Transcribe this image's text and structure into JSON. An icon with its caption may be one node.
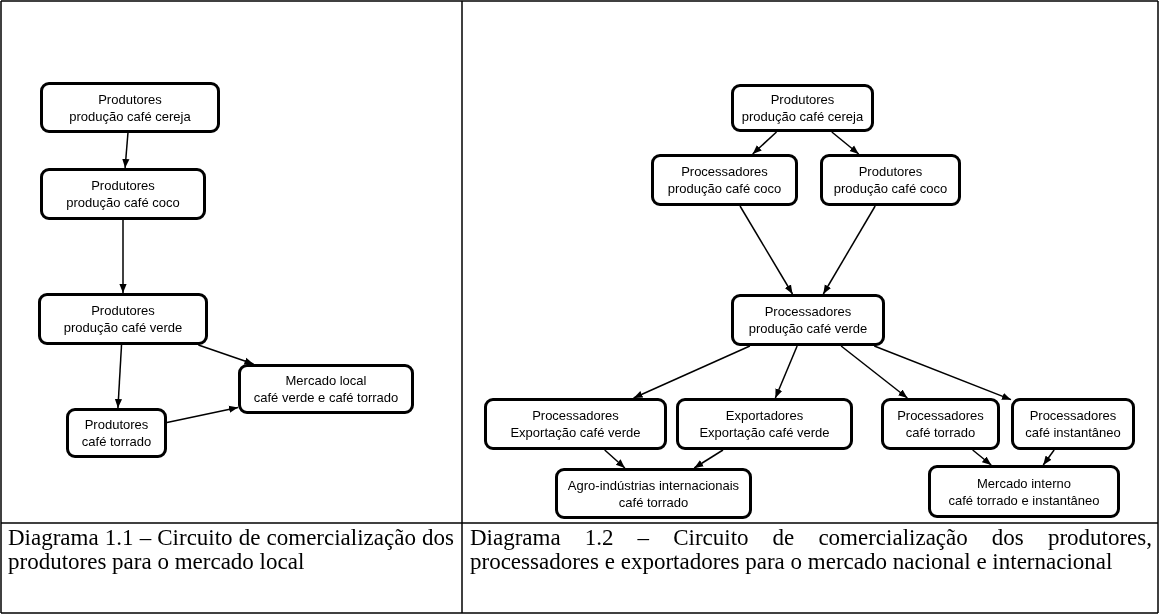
{
  "diagram": {
    "nodes": [
      {
        "text": [
          "Produtores",
          "produção café cereja"
        ]
      },
      {
        "text": [
          "Produtores",
          "produção café coco"
        ]
      },
      {
        "text": [
          "Produtores",
          "produção café verde"
        ]
      },
      {
        "text": [
          "Mercado local",
          "café verde e café torrado"
        ]
      },
      {
        "text": [
          "Produtores",
          "café torrado"
        ]
      },
      {
        "text": [
          "Produtores",
          "produção café cereja"
        ]
      },
      {
        "text": [
          "Processadores",
          "produção café coco"
        ]
      },
      {
        "text": [
          "Produtores",
          "produção café coco"
        ]
      },
      {
        "text": [
          "Processadores",
          "produção café verde"
        ]
      },
      {
        "text": [
          "Processadores",
          "Exportação café verde"
        ]
      },
      {
        "text": [
          "Exportadores",
          "Exportação café verde"
        ]
      },
      {
        "text": [
          "Processadores",
          "café torrado"
        ]
      },
      {
        "text": [
          "Processadores",
          "café instantâneo"
        ]
      },
      {
        "text": [
          "Agro-indústrias internacionais",
          "café torrado"
        ]
      },
      {
        "text": [
          "Mercado interno",
          "café torrado e instantâneo"
        ]
      }
    ],
    "edges": [
      {
        "from": 0,
        "to": 1,
        "arrow": "to"
      },
      {
        "from": 1,
        "to": 2,
        "arrow": "to"
      },
      {
        "from": 2,
        "to": 4,
        "arrow": "to"
      },
      {
        "from": 2,
        "to": 3,
        "arrow": "to"
      },
      {
        "from": 4,
        "to": 3,
        "arrow": "to"
      },
      {
        "from": 5,
        "to": 6,
        "arrow": "to"
      },
      {
        "from": 5,
        "to": 7,
        "arrow": "to"
      },
      {
        "from": 6,
        "to": 8,
        "arrow": "to"
      },
      {
        "from": 7,
        "to": 8,
        "arrow": "to"
      },
      {
        "from": 8,
        "to": 9,
        "arrow": "to"
      },
      {
        "from": 8,
        "to": 10,
        "arrow": "to"
      },
      {
        "from": 8,
        "to": 11,
        "arrow": "to"
      },
      {
        "from": 8,
        "to": 12,
        "arrow": "to"
      },
      {
        "from": 9,
        "to": 13,
        "arrow": "to"
      },
      {
        "from": 10,
        "to": 13,
        "arrow": "to"
      },
      {
        "from": 11,
        "to": 14,
        "arrow": "to"
      },
      {
        "from": 12,
        "to": 14,
        "arrow": "to"
      }
    ],
    "labels": [
      "Diagrama 1.1 – Circuito de comercialização dos produtores para o mercado local",
      "Diagrama 1.2 – Circuito de comercialização dos produtores, processadores e exportadores para o mercado nacional e internacional"
    ]
  }
}
